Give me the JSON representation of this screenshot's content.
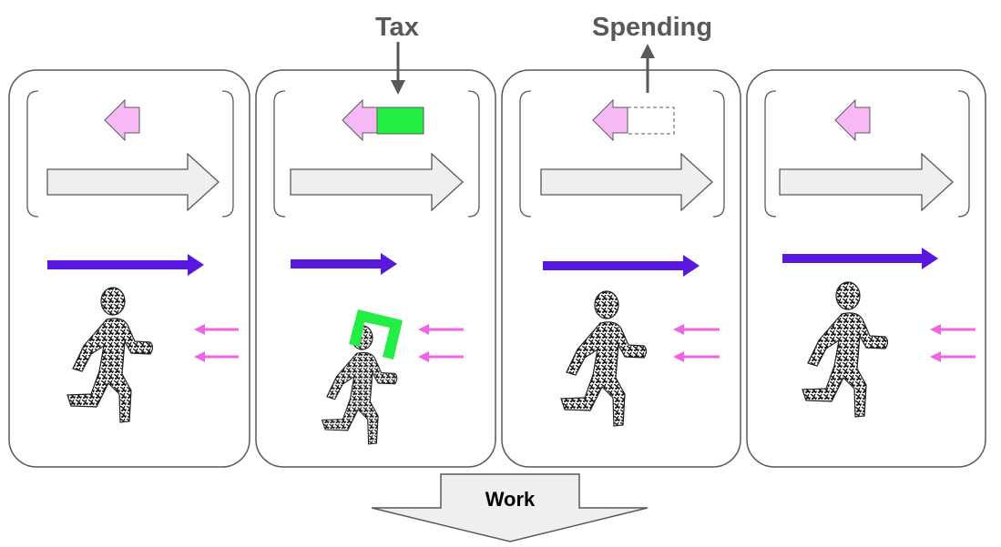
{
  "labels": {
    "tax": "Tax",
    "spending": "Spending",
    "work": "Work"
  },
  "colors": {
    "purple": "#5a17e0",
    "pink_fill": "#f7b9f5",
    "pink_arrows": "#ee66e6",
    "green": "#22ee44",
    "grey_fill": "#efefef",
    "outline": "#595959"
  },
  "panels": [
    {
      "name": "panel-1",
      "feature": "none"
    },
    {
      "name": "panel-2",
      "feature": "tax"
    },
    {
      "name": "panel-3",
      "feature": "spending"
    },
    {
      "name": "panel-4",
      "feature": "none"
    }
  ]
}
